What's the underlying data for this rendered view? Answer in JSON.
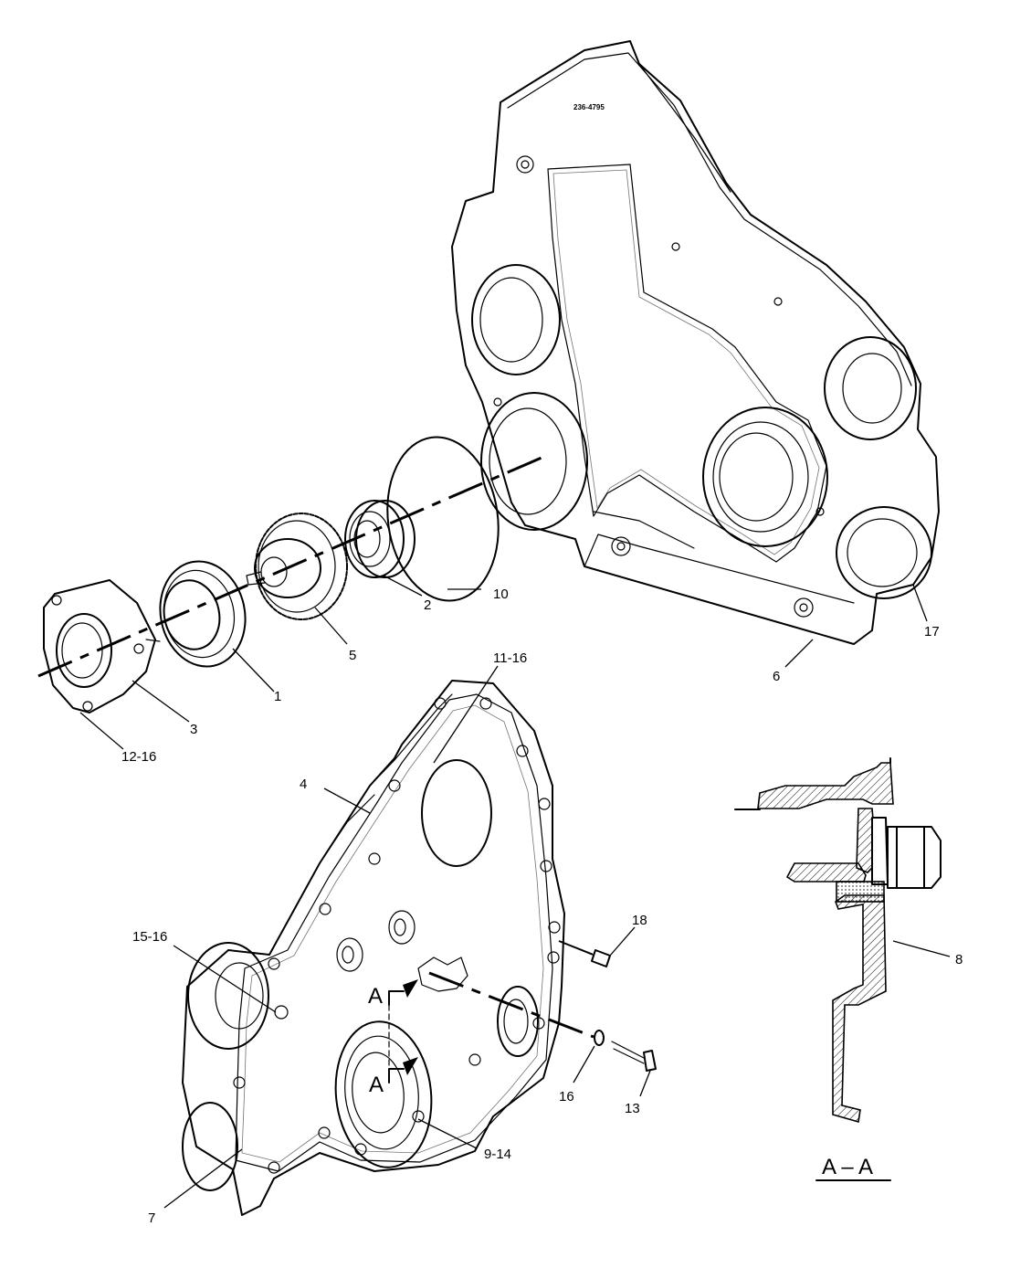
{
  "casting_stamp": "236-4795",
  "callouts": {
    "c1": "1",
    "c2": "2",
    "c3": "3",
    "c4": "4",
    "c5": "5",
    "c6": "6",
    "c7": "7",
    "c8": "8",
    "c9_14": "9-14",
    "c10": "10",
    "c11_16": "11-16",
    "c12_16": "12-16",
    "c13": "13",
    "c15_16": "15-16",
    "c16": "16",
    "c17": "17",
    "c18": "18"
  },
  "section": {
    "marker_upper": "A",
    "marker_lower": "A",
    "title": "A – A"
  }
}
